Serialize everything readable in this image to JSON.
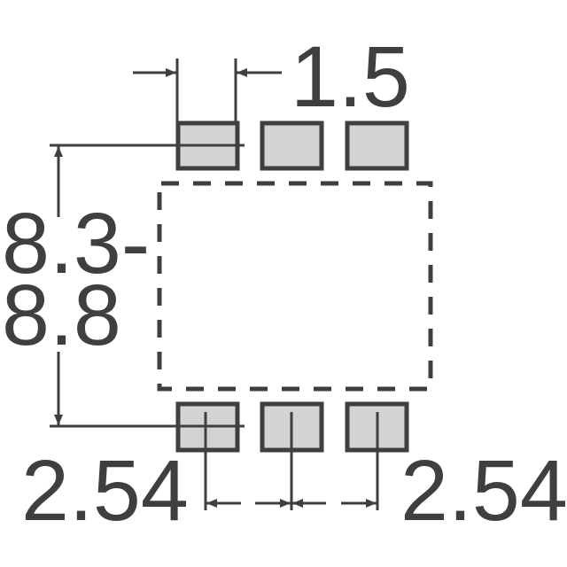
{
  "diagram": {
    "title": "SMD footprint land pattern (6 pads)",
    "colors": {
      "line": "#3f3f41",
      "pad_fill": "#d2d3d5",
      "background": "#ffffff"
    },
    "labels": {
      "pad_width": "1.5",
      "row_span_line1": "8.3-",
      "row_span_line2": "8.8",
      "pitch_left": "2.54",
      "pitch_right": "2.54"
    },
    "pads": {
      "top_row": [
        "pad-1",
        "pad-2",
        "pad-3"
      ],
      "bottom_row": [
        "pad-4",
        "pad-5",
        "pad-6"
      ]
    },
    "body_outline": "dashed"
  }
}
